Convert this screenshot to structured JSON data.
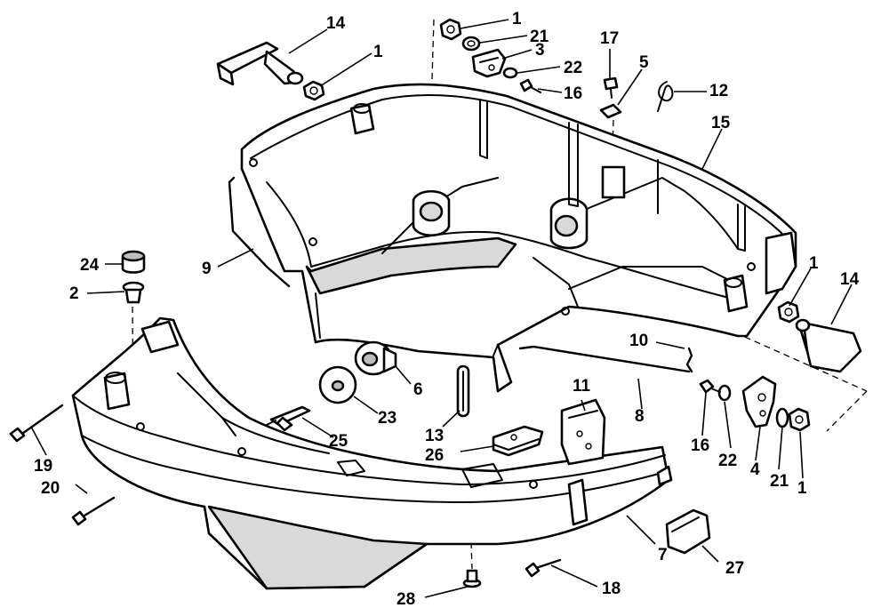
{
  "callouts": {
    "c1a": "1",
    "c1b": "1",
    "c1c": "1",
    "c1d": "1",
    "c2": "2",
    "c3": "3",
    "c4": "4",
    "c5": "5",
    "c6": "6",
    "c7": "7",
    "c8": "8",
    "c9": "9",
    "c10": "10",
    "c11": "11",
    "c12": "12",
    "c13": "13",
    "c14a": "14",
    "c14b": "14",
    "c15": "15",
    "c16a": "16",
    "c16b": "16",
    "c17": "17",
    "c18": "18",
    "c19": "19",
    "c20": "20",
    "c21a": "21",
    "c21b": "21",
    "c22a": "22",
    "c22b": "22",
    "c23": "23",
    "c24": "24",
    "c25": "25",
    "c26": "26",
    "c27": "27",
    "c28": "28"
  }
}
